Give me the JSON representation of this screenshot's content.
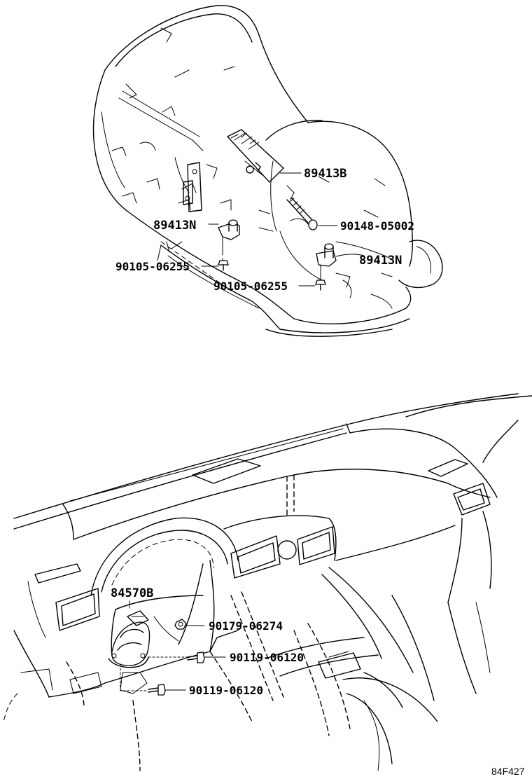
{
  "parts": {
    "p_89413B": "89413B",
    "p_89413N_left": "89413N",
    "p_90148": "90148-05002",
    "p_89413N_right": "89413N",
    "p_90105_a": "90105-06255",
    "p_90105_b": "90105-06255",
    "p_84570B": "84570B",
    "p_90179": "90179-06274",
    "p_90119_a": "90119-06120",
    "p_90119_b": "90119-06120"
  },
  "diagram_code": "84F427"
}
